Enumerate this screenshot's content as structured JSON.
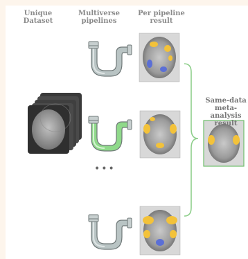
{
  "headers": {
    "dataset": [
      "Unique",
      "Dataset"
    ],
    "pipelines": [
      "Multiverse",
      "pipelines"
    ],
    "results": [
      "Per pipeline",
      "result"
    ]
  },
  "side_label": [
    "Same-data",
    "meta-analysis",
    "result"
  ],
  "ellipsis": "•••",
  "pipelines": [
    {
      "id": "pipeline-1",
      "fill": "#b9c4c4",
      "highlight": "#dfe5e5"
    },
    {
      "id": "pipeline-2",
      "fill": "#8fd98a",
      "highlight": "#d4f3d2"
    },
    {
      "id": "pipeline-3",
      "fill": "#b9c4c4",
      "highlight": "#dfe5e5"
    }
  ],
  "colors": {
    "background": "#fdf5ec",
    "bracket": "#8fcf8c",
    "header_text": "#8a8a8a",
    "brain_frame": "#6fbf6a",
    "activation": "#f3c23a",
    "deactivation": "#5b6fd6"
  }
}
